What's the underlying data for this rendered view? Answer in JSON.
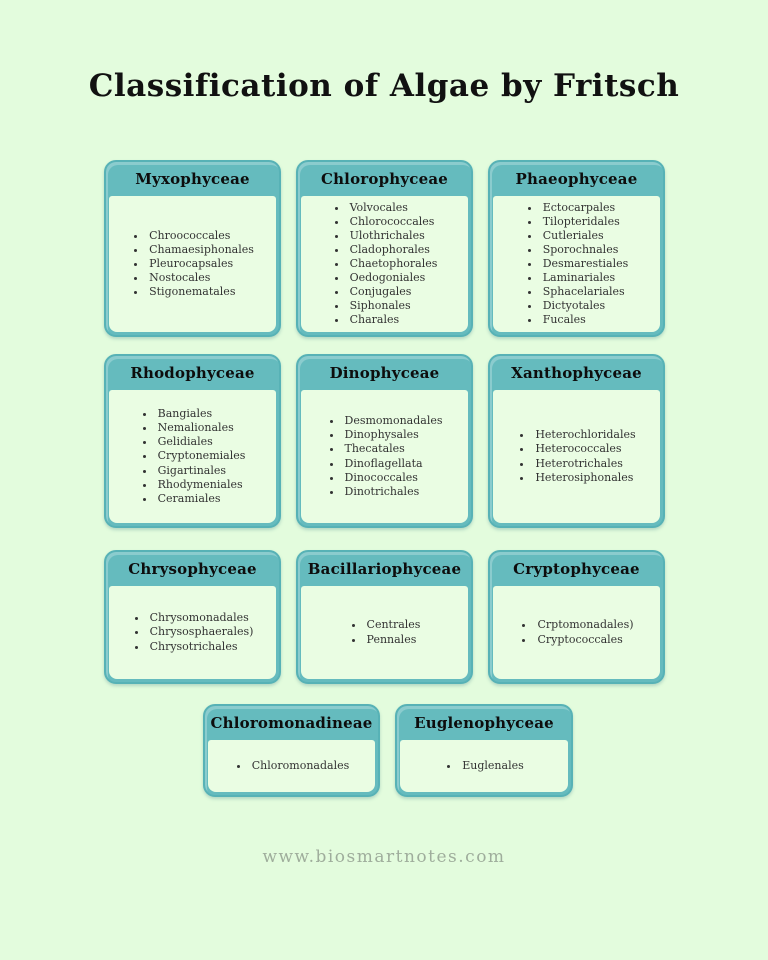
{
  "page": {
    "title": "Classification of Algae by Fritsch",
    "footer": "www.biosmartnotes.com"
  },
  "colors": {
    "background": "#e3fcdd",
    "card_header": "#65bbbe",
    "card_border": "#57b2b6",
    "card_body": "#eafde3",
    "title_text": "#111111",
    "item_text": "#333333",
    "footer_text": "#9fad9c"
  },
  "cards": [
    {
      "title": "Myxophyceae",
      "items": [
        "Chroococcales",
        "Chamaesiphonales",
        "Pleurocapsales",
        "Nostocales",
        "Stigonematales"
      ]
    },
    {
      "title": "Chlorophyceae",
      "items": [
        "Volvocales",
        "Chlorococcales",
        "Ulothrichales",
        "Cladophorales",
        "Chaetophorales",
        "Oedogoniales",
        "Conjugales",
        "Siphonales",
        "Charales"
      ]
    },
    {
      "title": "Phaeophyceae",
      "items": [
        "Ectocarpales",
        "Tilopteridales",
        "Cutleriales",
        "Sporochnales",
        "Desmarestiales",
        "Laminariales",
        "Sphacelariales",
        "Dictyotales",
        "Fucales"
      ]
    },
    {
      "title": "Rhodophyceae",
      "items": [
        "Bangiales",
        "Nemalionales",
        "Gelidiales",
        "Cryptonemiales",
        "Gigartinales",
        "Rhodymeniales",
        "Ceramiales"
      ]
    },
    {
      "title": "Dinophyceae",
      "items": [
        "Desmomonadales",
        "Dinophysales",
        "Thecatales",
        "Dinoflagellata",
        "Dinococcales",
        "Dinotrichales"
      ]
    },
    {
      "title": "Xanthophyceae",
      "items": [
        "Heterochloridales",
        "Heterococcales",
        "Heterotrichales",
        "Heterosiphonales"
      ]
    },
    {
      "title": "Chrysophyceae",
      "items": [
        "Chrysomonadales",
        "Chrysosphaerales)",
        "Chrysotrichales"
      ]
    },
    {
      "title": "Bacillariophyceae",
      "items": [
        "Centrales",
        "Pennales"
      ]
    },
    {
      "title": "Cryptophyceae",
      "items": [
        "Crptomonadales)",
        "Cryptococcales"
      ]
    },
    {
      "title": "Chloromonadineae",
      "items": [
        "Chloromonadales"
      ]
    },
    {
      "title": "Euglenophyceae",
      "items": [
        "Euglenales"
      ]
    }
  ]
}
